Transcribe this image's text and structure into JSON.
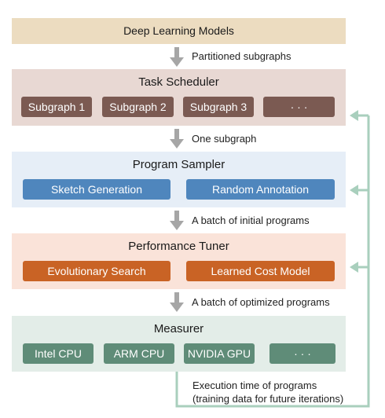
{
  "input": {
    "label": "Deep Learning Models"
  },
  "arrows": {
    "a1": "Partitioned subgraphs",
    "a2": "One subgraph",
    "a3": "A batch of initial programs",
    "a4": "A batch of optimized programs"
  },
  "scheduler": {
    "title": "Task Scheduler",
    "items": [
      "Subgraph 1",
      "Subgraph 2",
      "Subgraph 3",
      "· · ·"
    ]
  },
  "sampler": {
    "title": "Program Sampler",
    "items": [
      "Sketch Generation",
      "Random Annotation"
    ]
  },
  "tuner": {
    "title": "Performance Tuner",
    "items": [
      "Evolutionary Search",
      "Learned Cost Model"
    ]
  },
  "measurer": {
    "title": "Measurer",
    "items": [
      "Intel CPU",
      "ARM CPU",
      "NVIDIA GPU",
      "· · ·"
    ]
  },
  "feedback": {
    "line1": "Execution time of programs",
    "line2": "(training data for future iterations)"
  },
  "colors": {
    "input_band": "#ecdcc0",
    "scheduler_band": "#e8d8d3",
    "sampler_band": "#e6eef7",
    "tuner_band": "#fae3d9",
    "measurer_band": "#e3ede8",
    "feedback_arrow": "#a9cfbd",
    "down_arrow": "#a6a6a6"
  }
}
